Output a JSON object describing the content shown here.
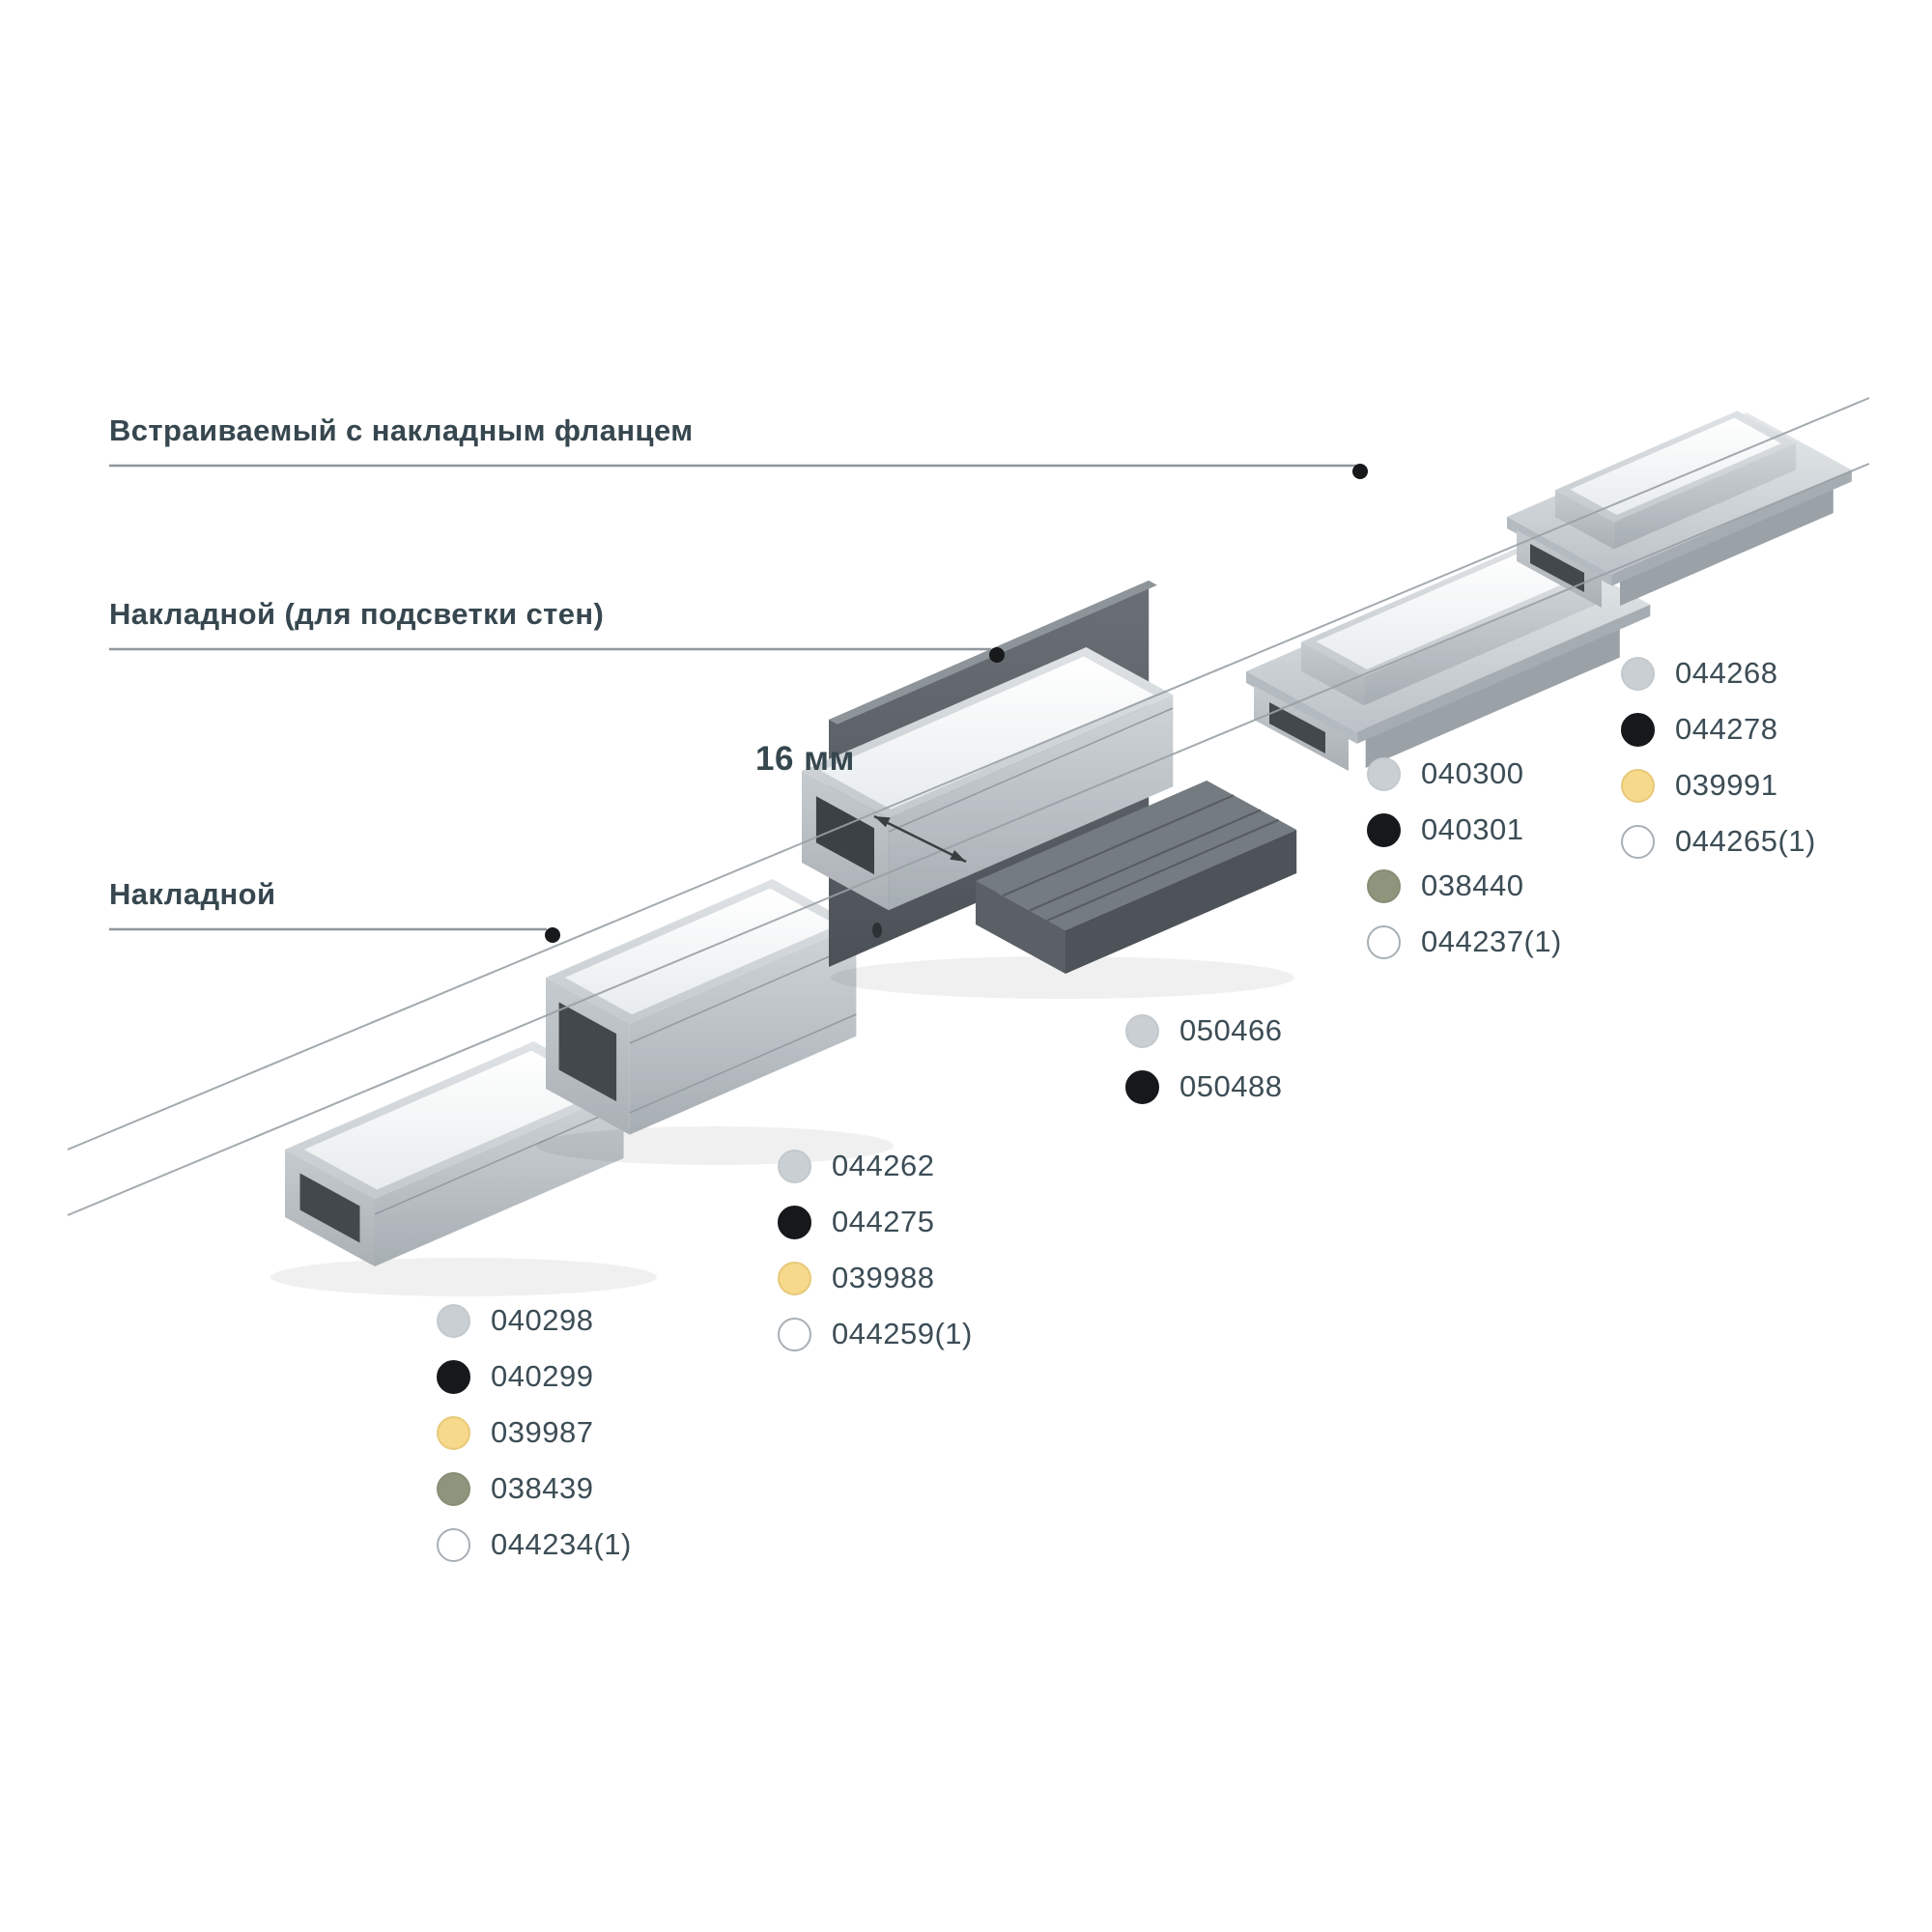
{
  "callouts": [
    {
      "label": "Встраиваемый с накладным фланцем"
    },
    {
      "label": "Накладной (для подсветки стен)"
    },
    {
      "label": "Накладной"
    }
  ],
  "dimension_label": "16 мм",
  "swatch_colors": {
    "silver": "#c9cfd3",
    "black": "#16191b",
    "gold": "#f6d98a",
    "olive": "#8e957c",
    "white": "#ffffff"
  },
  "swatch_borders": {
    "silver": "#c3c9cd",
    "black": "#16191b",
    "gold": "#e8c979",
    "olive": "#878e75",
    "white": "#a8b0b5"
  },
  "legend_groups": [
    {
      "name": "profile-1-codes",
      "items": [
        {
          "code": "040298",
          "dot": "silver"
        },
        {
          "code": "040299",
          "dot": "black"
        },
        {
          "code": "039987",
          "dot": "gold"
        },
        {
          "code": "038439",
          "dot": "olive"
        },
        {
          "code": "044234(1)",
          "dot": "white"
        }
      ]
    },
    {
      "name": "profile-2-codes",
      "items": [
        {
          "code": "044262",
          "dot": "silver"
        },
        {
          "code": "044275",
          "dot": "black"
        },
        {
          "code": "039988",
          "dot": "gold"
        },
        {
          "code": "044259(1)",
          "dot": "white"
        }
      ]
    },
    {
      "name": "profile-3-codes",
      "items": [
        {
          "code": "050466",
          "dot": "silver"
        },
        {
          "code": "050488",
          "dot": "black"
        }
      ]
    },
    {
      "name": "profile-4-codes",
      "items": [
        {
          "code": "040300",
          "dot": "silver"
        },
        {
          "code": "040301",
          "dot": "black"
        },
        {
          "code": "038440",
          "dot": "olive"
        },
        {
          "code": "044237(1)",
          "dot": "white"
        }
      ]
    },
    {
      "name": "profile-5-codes",
      "items": [
        {
          "code": "044268",
          "dot": "silver"
        },
        {
          "code": "044278",
          "dot": "black"
        },
        {
          "code": "039991",
          "dot": "gold"
        },
        {
          "code": "044265(1)",
          "dot": "white"
        }
      ]
    }
  ]
}
